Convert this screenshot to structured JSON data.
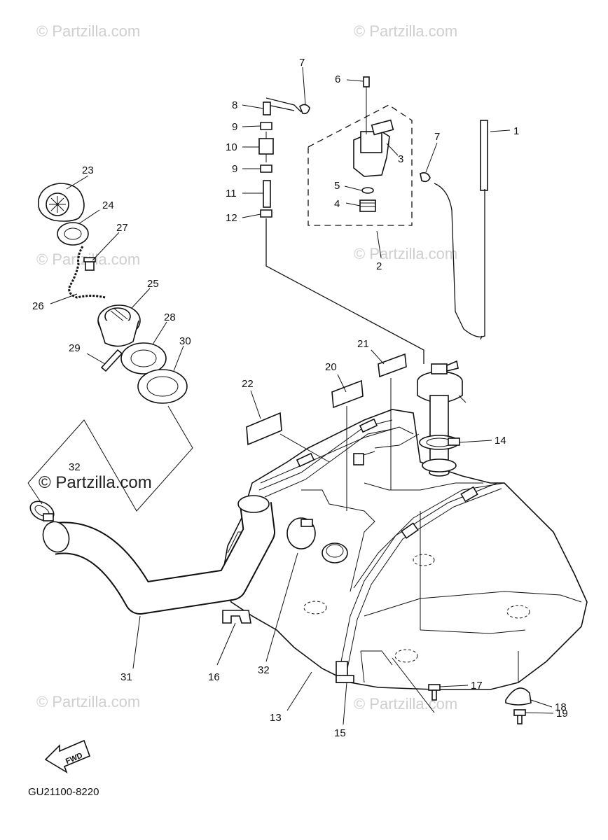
{
  "watermark": {
    "text": "© Partzilla.com",
    "featured_text": "© Partzilla.com"
  },
  "diagram_code": "GU21100-8220",
  "fwd_label": "FWD",
  "callouts": [
    "1",
    "2",
    "3",
    "4",
    "5",
    "6",
    "7",
    "7",
    "8",
    "9",
    "9",
    "10",
    "11",
    "12",
    "13",
    "14",
    "15",
    "16",
    "17",
    "18",
    "19",
    "20",
    "21",
    "22",
    "23",
    "24",
    "25",
    "26",
    "27",
    "28",
    "29",
    "30",
    "31",
    "32",
    "32"
  ]
}
